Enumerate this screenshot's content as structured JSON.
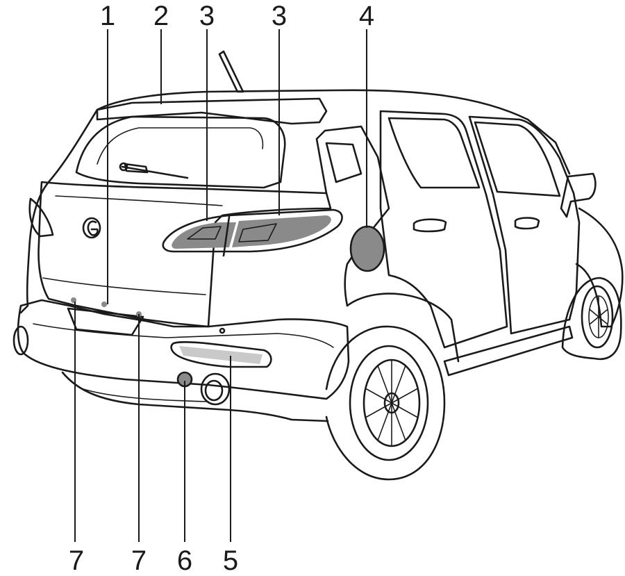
{
  "callouts": {
    "c1": "1",
    "c2": "2",
    "c3a": "3",
    "c3b": "3",
    "c4": "4",
    "c5": "5",
    "c6": "6",
    "c7a": "7",
    "c7b": "7"
  },
  "colors": {
    "line": "#1a1a1a",
    "shade": "#8a8a8a",
    "light_shade": "#c9c9c9",
    "background": "#ffffff"
  }
}
